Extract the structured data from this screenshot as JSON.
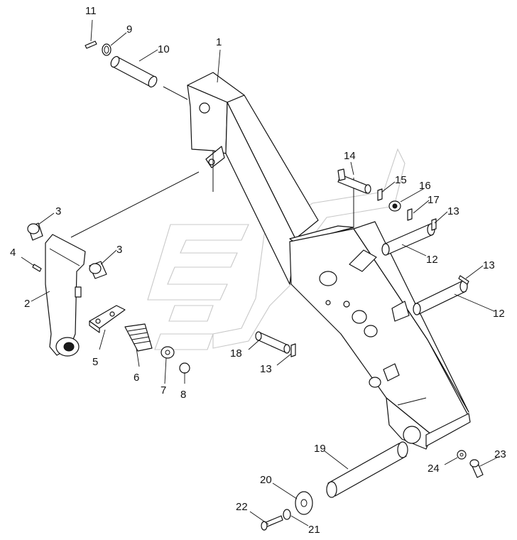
{
  "diagram": {
    "callouts": [
      {
        "id": "c1",
        "text": "1"
      },
      {
        "id": "c2",
        "text": "2"
      },
      {
        "id": "c3a",
        "text": "3"
      },
      {
        "id": "c3b",
        "text": "3"
      },
      {
        "id": "c4",
        "text": "4"
      },
      {
        "id": "c5",
        "text": "5"
      },
      {
        "id": "c6",
        "text": "6"
      },
      {
        "id": "c7",
        "text": "7"
      },
      {
        "id": "c8",
        "text": "8"
      },
      {
        "id": "c9",
        "text": "9"
      },
      {
        "id": "c10",
        "text": "10"
      },
      {
        "id": "c11",
        "text": "11"
      },
      {
        "id": "c12a",
        "text": "12"
      },
      {
        "id": "c12b",
        "text": "12"
      },
      {
        "id": "c13a",
        "text": "13"
      },
      {
        "id": "c13b",
        "text": "13"
      },
      {
        "id": "c13c",
        "text": "13"
      },
      {
        "id": "c14",
        "text": "14"
      },
      {
        "id": "c15",
        "text": "15"
      },
      {
        "id": "c16",
        "text": "16"
      },
      {
        "id": "c17",
        "text": "17"
      },
      {
        "id": "c18",
        "text": "18"
      },
      {
        "id": "c19",
        "text": "19"
      },
      {
        "id": "c20",
        "text": "20"
      },
      {
        "id": "c21",
        "text": "21"
      },
      {
        "id": "c22",
        "text": "22"
      },
      {
        "id": "c23",
        "text": "23"
      },
      {
        "id": "c24",
        "text": "24"
      }
    ]
  }
}
